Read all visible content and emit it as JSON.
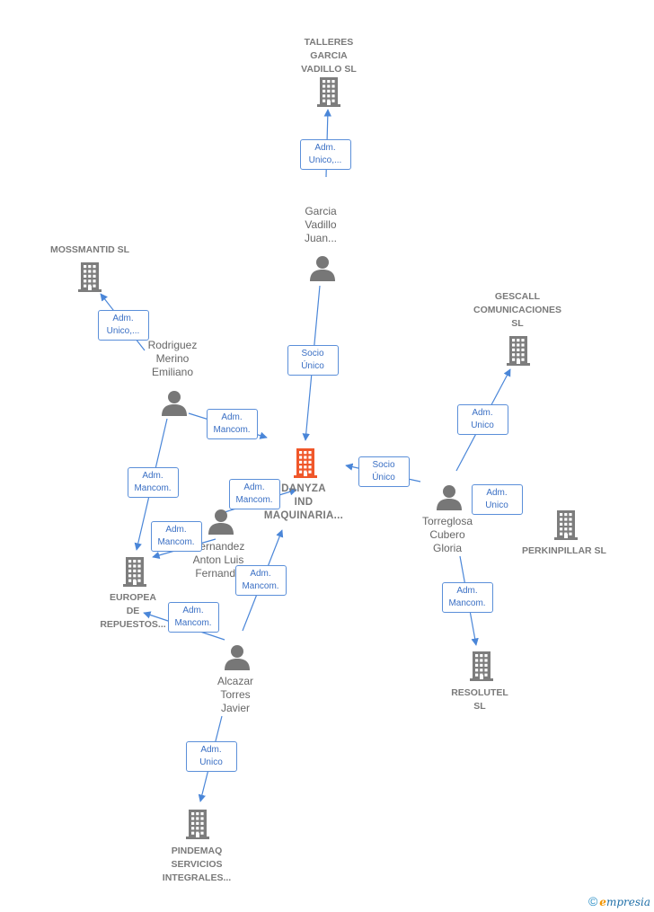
{
  "colors": {
    "edge": "#4a86d8",
    "company": "#7d7d7d",
    "main": "#f0572a",
    "person": "#777777"
  },
  "nodes": {
    "talleres": {
      "label": "TALLERES\nGARCIA\nVADILLO  SL",
      "kind": "company"
    },
    "mossmantid": {
      "label": "MOSSMANTID SL",
      "kind": "company"
    },
    "gescall": {
      "label": "GESCALL\nCOMUNICACIONES\nSL",
      "kind": "company"
    },
    "danyza": {
      "label": "DANYZA\nIND\nMAQUINARIA...",
      "kind": "main"
    },
    "perkinpillar": {
      "label": "PERKINPILLAR SL",
      "kind": "company"
    },
    "europea": {
      "label": "EUROPEA\nDE\nREPUESTOS...",
      "kind": "company"
    },
    "resolutel": {
      "label": "RESOLUTEL\nSL",
      "kind": "company"
    },
    "pindemaq": {
      "label": "PINDEMAQ\nSERVICIOS\nINTEGRALES...",
      "kind": "company"
    },
    "garcia": {
      "label": "Garcia\nVadillo\nJuan...",
      "kind": "person"
    },
    "rodriguez": {
      "label": "Rodriguez\nMerino\nEmiliano",
      "kind": "person"
    },
    "hernandez": {
      "label": "Hernandez\nAnton Luis\nFernando",
      "kind": "person"
    },
    "torreglosa": {
      "label": "Torreglosa\nCubero\nGloria",
      "kind": "person"
    },
    "alcazar": {
      "label": "Alcazar\nTorres\nJavier",
      "kind": "person"
    }
  },
  "edges": [
    {
      "from": "garcia",
      "to": "talleres",
      "label": "Adm.\nUnico,..."
    },
    {
      "from": "garcia",
      "to": "danyza",
      "label": "Socio\nÚnico"
    },
    {
      "from": "rodriguez",
      "to": "mossmantid",
      "label": "Adm.\nUnico,..."
    },
    {
      "from": "rodriguez",
      "to": "danyza",
      "label": "Adm.\nMancom."
    },
    {
      "from": "rodriguez",
      "to": "europea",
      "label": "Adm.\nMancom."
    },
    {
      "from": "hernandez",
      "to": "danyza",
      "label": "Adm.\nMancom."
    },
    {
      "from": "hernandez",
      "to": "europea",
      "label": "Adm.\nMancom."
    },
    {
      "from": "torreglosa",
      "to": "danyza",
      "label": "Socio\nÚnico"
    },
    {
      "from": "torreglosa",
      "to": "gescall",
      "label": "Adm.\nUnico"
    },
    {
      "from": "torreglosa",
      "to": "perkinpillar",
      "label": "Adm.\nUnico"
    },
    {
      "from": "torreglosa",
      "to": "resolutel",
      "label": "Adm.\nMancom."
    },
    {
      "from": "alcazar",
      "to": "danyza",
      "label": "Adm.\nMancom."
    },
    {
      "from": "alcazar",
      "to": "europea",
      "label": "Adm.\nMancom."
    },
    {
      "from": "alcazar",
      "to": "pindemaq",
      "label": "Adm.\nUnico"
    }
  ],
  "footer": {
    "copyright": "©",
    "brand_initial": "e",
    "brand_rest": "mpresia"
  }
}
